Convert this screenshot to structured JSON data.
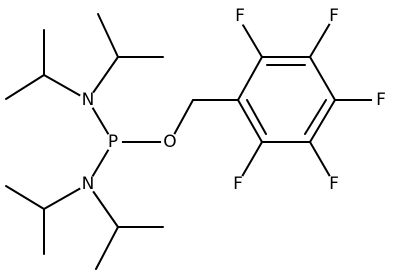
{
  "atoms": {
    "phosphorus": "P",
    "oxygen": "O",
    "nitrogen_upper": "N",
    "nitrogen_lower": "N",
    "fluorine": [
      "F",
      "F",
      "F",
      "F",
      "F"
    ]
  }
}
